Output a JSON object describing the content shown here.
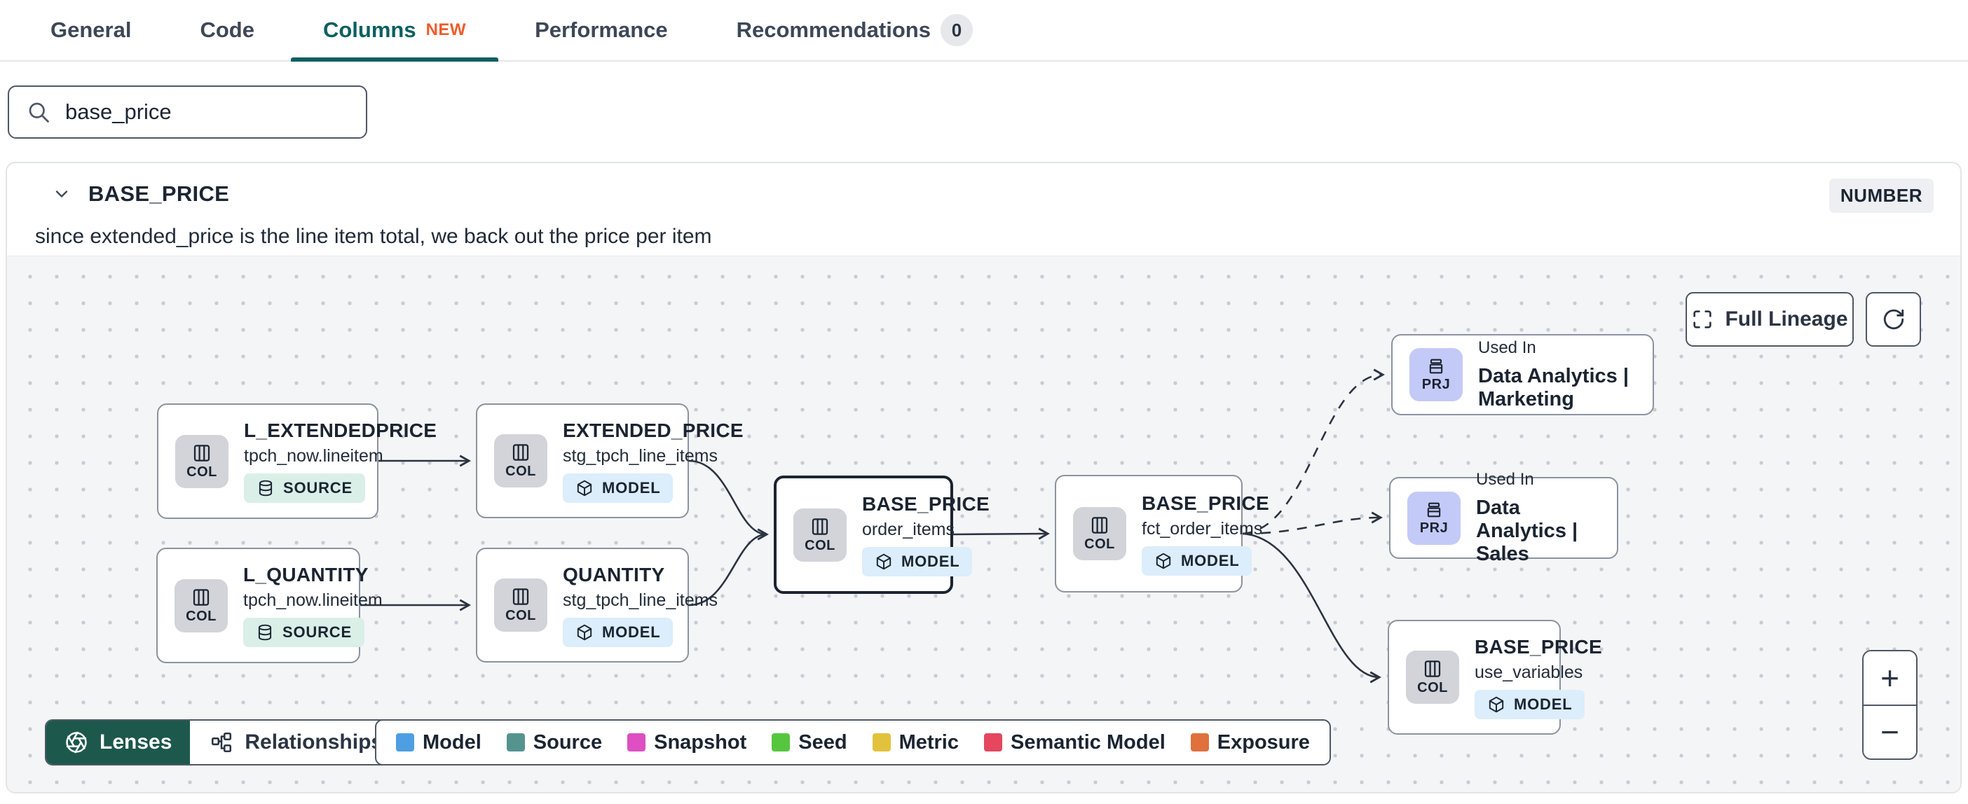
{
  "tabs": {
    "items": [
      {
        "label": "General"
      },
      {
        "label": "Code"
      },
      {
        "label": "Columns",
        "badge": "NEW",
        "active": true
      },
      {
        "label": "Performance"
      },
      {
        "label": "Recommendations",
        "count": "0"
      }
    ]
  },
  "search": {
    "value": "base_price"
  },
  "column_card": {
    "name": "BASE_PRICE",
    "data_type": "NUMBER",
    "description": "since extended_price is the line item total, we back out the price per item"
  },
  "lineage": {
    "controls": {
      "full_lineage_label": "Full Lineage",
      "zoom_in_label": "+",
      "zoom_out_label": "−"
    },
    "toolbar": {
      "lenses_label": "Lenses",
      "relationships_label": "Relationships"
    },
    "nodes": [
      {
        "kind": "COL",
        "title": "L_EXTENDEDPRICE",
        "subtitle": "tpch_now.lineitem",
        "type": "SOURCE"
      },
      {
        "kind": "COL",
        "title": "L_QUANTITY",
        "subtitle": "tpch_now.lineitem",
        "type": "SOURCE"
      },
      {
        "kind": "COL",
        "title": "EXTENDED_PRICE",
        "subtitle": "stg_tpch_line_items",
        "type": "MODEL"
      },
      {
        "kind": "COL",
        "title": "QUANTITY",
        "subtitle": "stg_tpch_line_items",
        "type": "MODEL"
      },
      {
        "kind": "COL",
        "title": "BASE_PRICE",
        "subtitle": "order_items",
        "type": "MODEL"
      },
      {
        "kind": "COL",
        "title": "BASE_PRICE",
        "subtitle": "fct_order_items",
        "type": "MODEL"
      },
      {
        "kind": "PRJ",
        "used_in": "Used In",
        "title": "Data Analytics | Marketing"
      },
      {
        "kind": "PRJ",
        "used_in": "Used In",
        "title": "Data Analytics | Sales"
      },
      {
        "kind": "COL",
        "title": "BASE_PRICE",
        "subtitle": "use_variables",
        "type": "MODEL"
      }
    ],
    "legend": [
      {
        "label": "Model",
        "color": "#4d9ee3"
      },
      {
        "label": "Source",
        "color": "#55938f"
      },
      {
        "label": "Snapshot",
        "color": "#de4fc2"
      },
      {
        "label": "Seed",
        "color": "#56c63e"
      },
      {
        "label": "Metric",
        "color": "#e2c23c"
      },
      {
        "label": "Semantic Model",
        "color": "#e4475e"
      },
      {
        "label": "Exposure",
        "color": "#e0703c"
      }
    ]
  }
}
